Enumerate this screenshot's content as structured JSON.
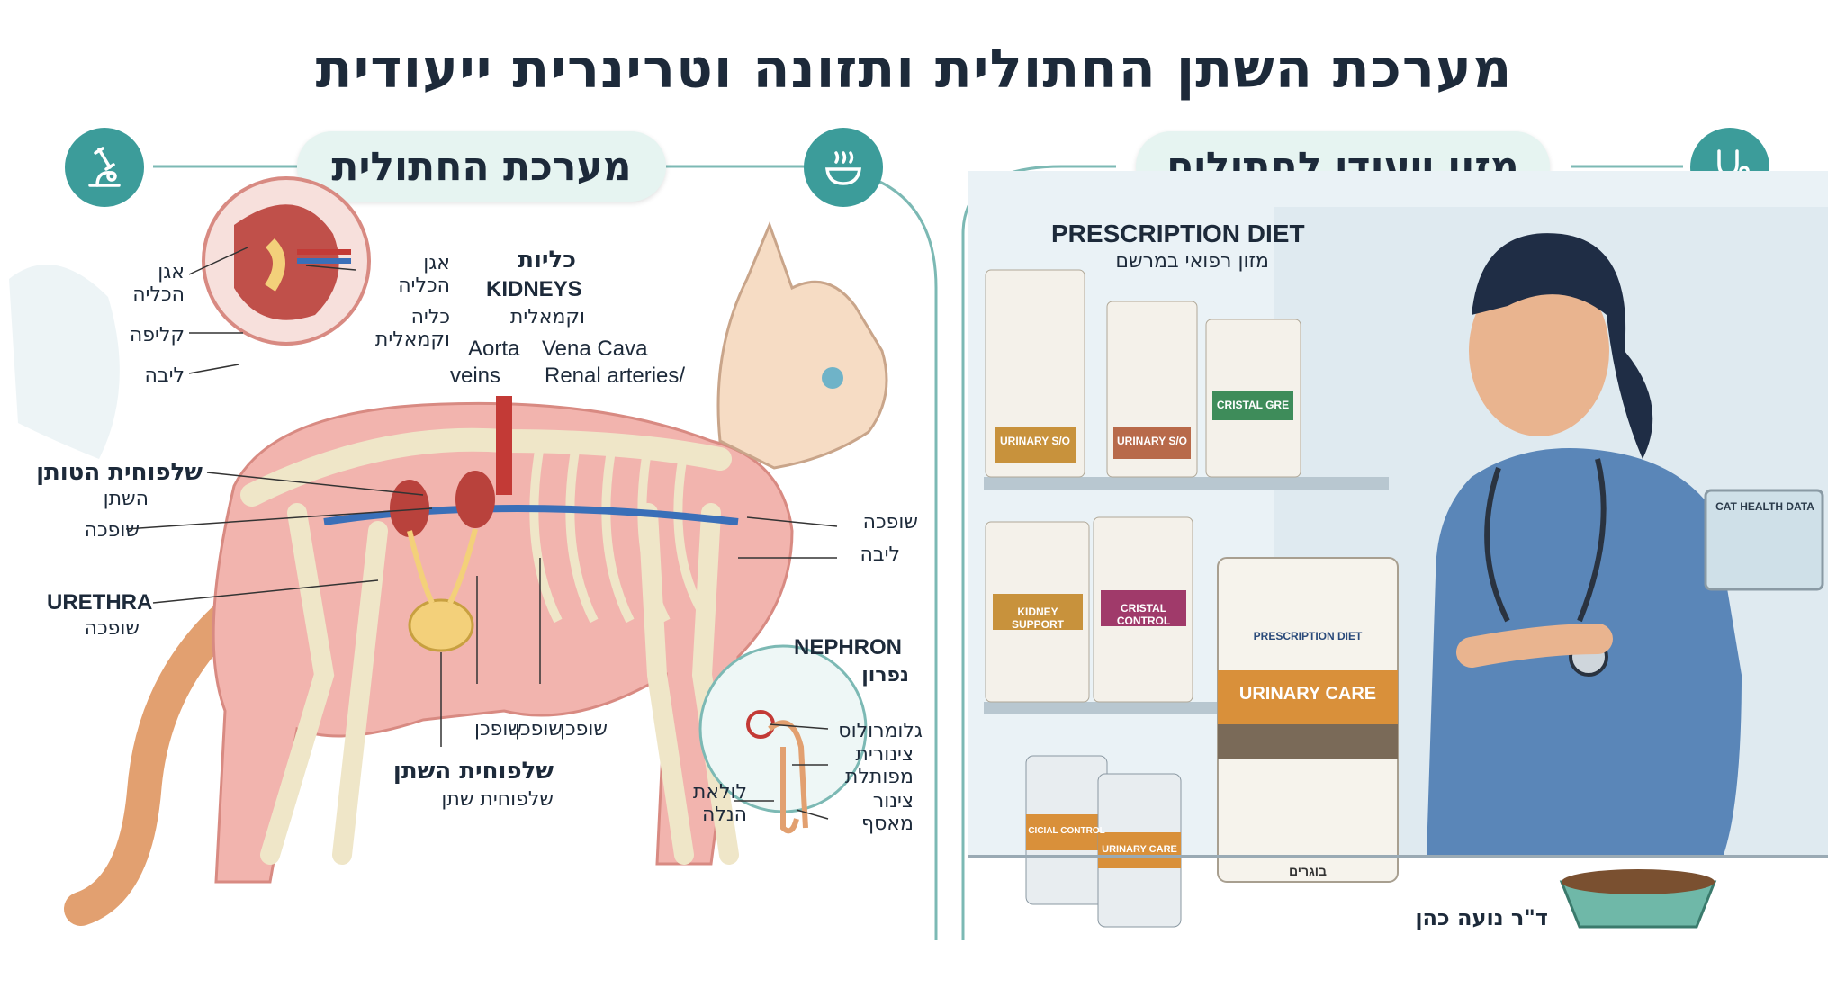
{
  "title": "מערכת השתן החתולית ותזונה וטרינרית ייעודית",
  "left_panel": {
    "header": "מערכת החתולית",
    "icon_left": "microscope-icon",
    "icon_right": "food-bowl-icon",
    "labels": {
      "renal_pelvis": "אגן\nהכליה",
      "cortex": "קליפה",
      "medulla": "ליבה",
      "kidney_vein": "כליה\nוקמאלית",
      "kidneys_he": "כליות",
      "kidneys_en": "KIDNEYS",
      "kidneys_sub": "וקמאלית",
      "aorta": "Aorta",
      "veins": "veins",
      "vena_cava": "Vena Cava",
      "renal_arteries": "Renal arteries/",
      "ureters_title": "שלפוחית הטותן",
      "ureters_sub1": "השתן",
      "ureters_sub2": "שופכה",
      "urethra_en": "URETHRA",
      "urethra_he": "שופכה",
      "shofcha_right": "שופכה",
      "liver_right": "ליבה",
      "shofchan1": "שופכן",
      "shofchan2": "שופכן",
      "shofchan3": "שופכן",
      "bladder_title": "שלפוחית השתן",
      "bladder_sub": "שלפוחית שתן",
      "nephron_en": "NEPHRON",
      "nephron_he": "נפרון",
      "glomerulus": "גלומרולוס",
      "tubule": "צינורית\nמפותלת",
      "loop": "לולאת\nהנלה",
      "collecting": "צינור\nמאסף"
    }
  },
  "right_panel": {
    "header": "מזון ייעודי לחתולים",
    "icon_left": "food-bowl-icon",
    "icon_right": "stethoscope-icon",
    "shelf_title": "PRESCRIPTION DIET",
    "shelf_subtitle": "מזון רפואי במרשם",
    "bags_top": [
      "URINARY S/O",
      "URINARY S/O",
      "CRISTAL GRE"
    ],
    "bags_middle": [
      "KIDNEY SUPPORT",
      "CRISTAL CONTROL"
    ],
    "big_bag": {
      "brand": "PRESCRIPTION DIET",
      "name": "URINARY CARE",
      "footer": "בוגרים"
    },
    "cans": [
      "CICIAL CONTROL",
      "URINARY CARE"
    ],
    "monitor_text": "CAT HEALTH DATA",
    "doctor_name": "ד\"ר נועה כהן"
  },
  "colors": {
    "teal": "#3c9c9a",
    "pill": "#e6f4f1",
    "scrubs": "#5a86b8",
    "bladder": "#f3d07a",
    "kidney": "#b9423c"
  }
}
